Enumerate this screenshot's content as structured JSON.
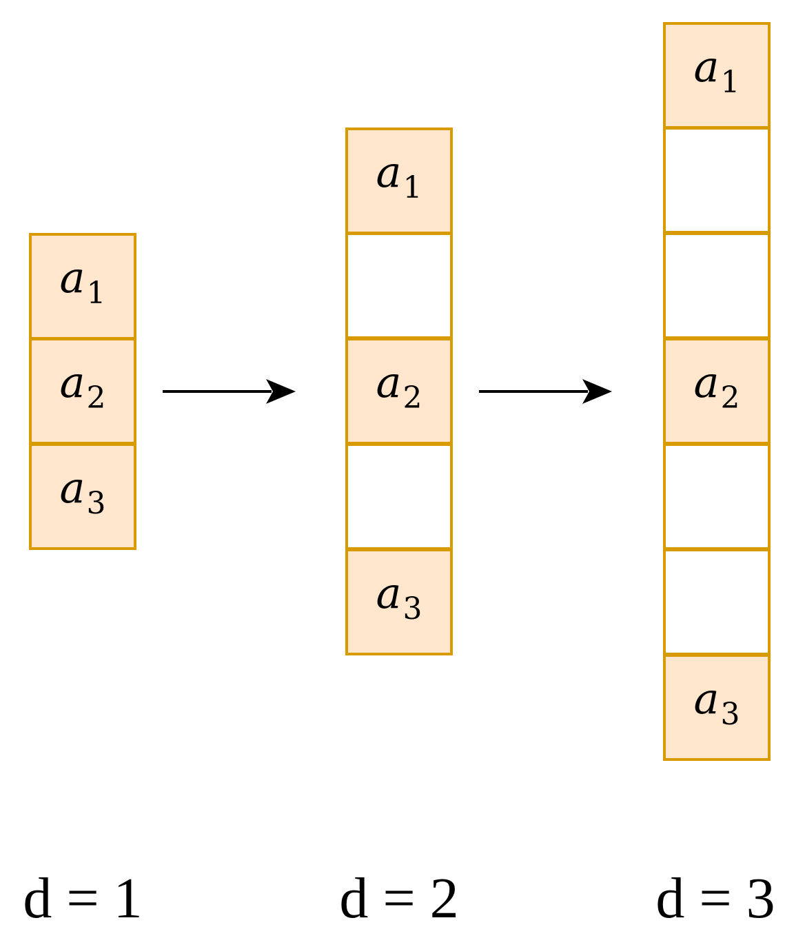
{
  "columns": [
    {
      "label": "d = 1",
      "cells": [
        {
          "letter": "a",
          "index": "1"
        },
        {
          "letter": "a",
          "index": "2"
        },
        {
          "letter": "a",
          "index": "3"
        }
      ]
    },
    {
      "label": "d = 2",
      "cells": [
        {
          "letter": "a",
          "index": "1"
        },
        {
          "letter": "",
          "index": ""
        },
        {
          "letter": "a",
          "index": "2"
        },
        {
          "letter": "",
          "index": ""
        },
        {
          "letter": "a",
          "index": "3"
        }
      ]
    },
    {
      "label": "d = 3",
      "cells": [
        {
          "letter": "a",
          "index": "1"
        },
        {
          "letter": "",
          "index": ""
        },
        {
          "letter": "",
          "index": ""
        },
        {
          "letter": "a",
          "index": "2"
        },
        {
          "letter": "",
          "index": ""
        },
        {
          "letter": "",
          "index": ""
        },
        {
          "letter": "a",
          "index": "3"
        }
      ]
    }
  ],
  "colors": {
    "filled_fill": "#ffe6cc",
    "border": "#d79b00",
    "empty_fill": "#ffffff",
    "arrow": "#000000"
  }
}
